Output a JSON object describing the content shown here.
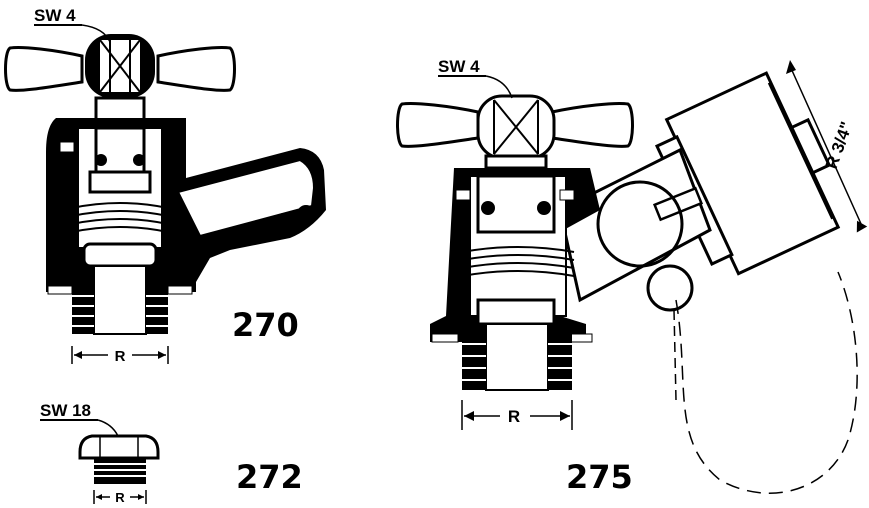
{
  "drawing_270": {
    "wrench_label": "SW 4",
    "dimension_label": "R",
    "part_number": "270"
  },
  "drawing_272": {
    "wrench_label": "SW 18",
    "dimension_label": "R",
    "part_number": "272"
  },
  "drawing_275": {
    "wrench_label": "SW 4",
    "dimension_label": "R",
    "hose_dimension_label": "R 3/4\"",
    "part_number": "275"
  },
  "colors": {
    "ink": "#000000",
    "paper": "#ffffff"
  }
}
